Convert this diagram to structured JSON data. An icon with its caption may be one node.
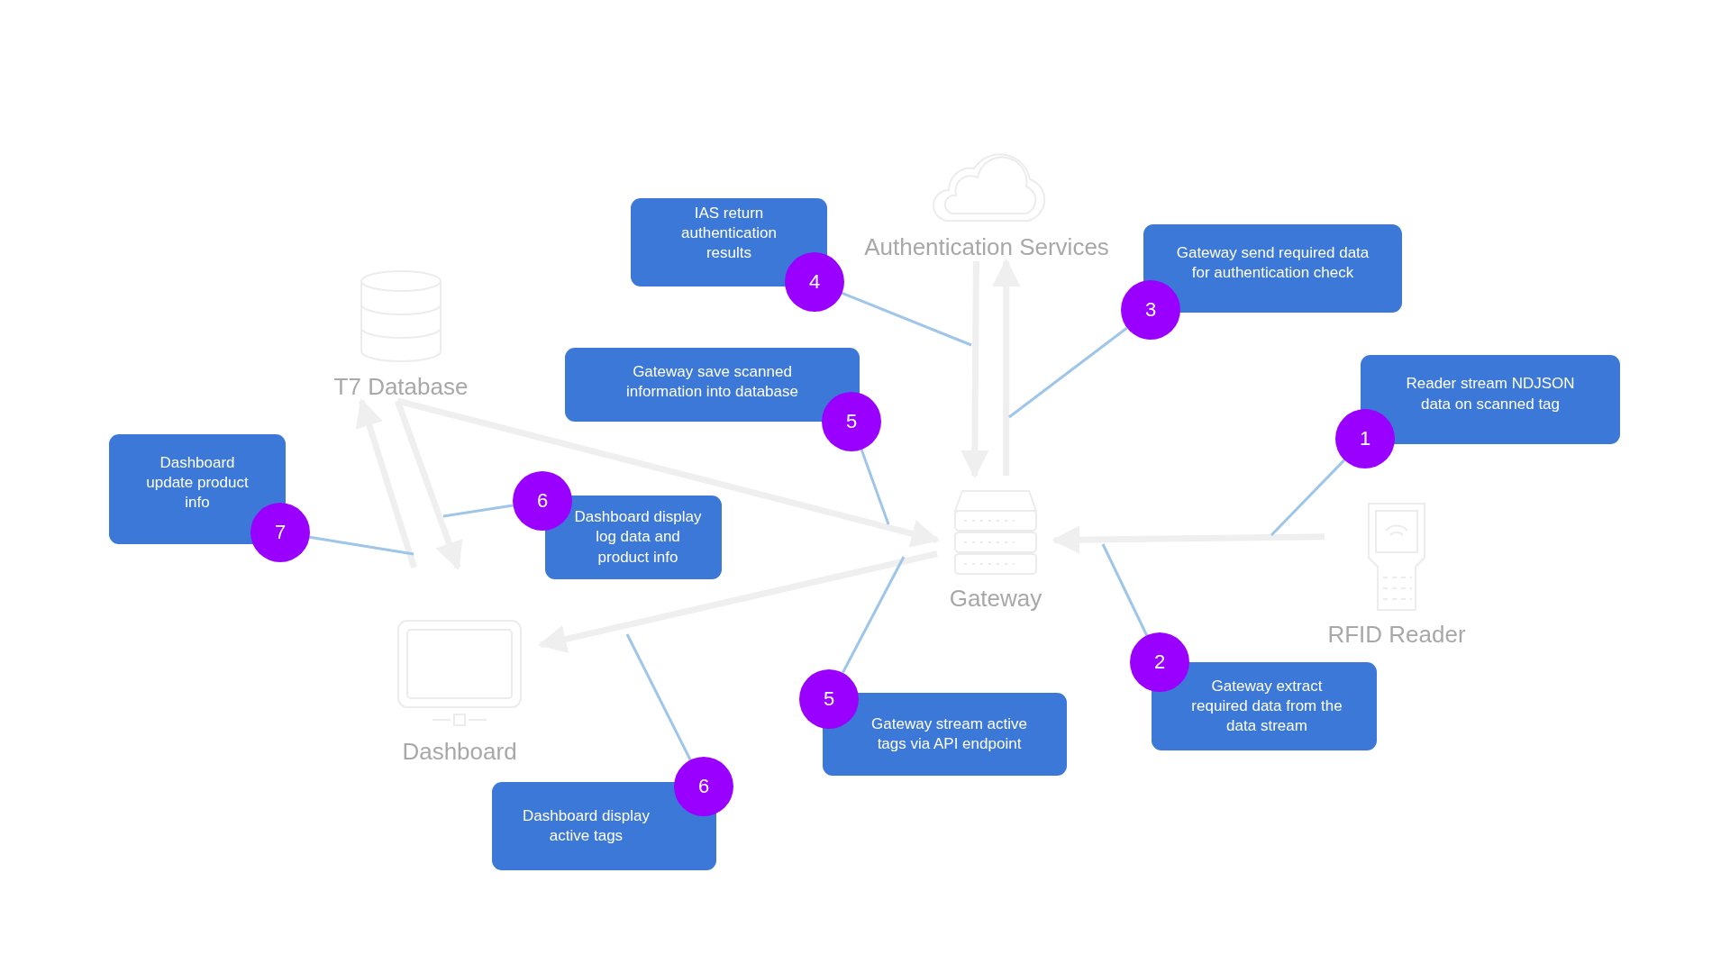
{
  "diagram": {
    "nodes": [
      {
        "text": [
          "Authentication Services"
        ]
      },
      {
        "text": [
          "IAS return authentication results"
        ]
      },
      {
        "text": [
          "4"
        ]
      },
      {
        "text": [
          "Gateway send required data for authentication check"
        ]
      },
      {
        "text": [
          "3"
        ]
      },
      {
        "text": [
          "T7 Database"
        ]
      },
      {
        "text": [
          "Gateway save scanned information into database"
        ]
      },
      {
        "text": [
          "5"
        ]
      },
      {
        "text": [
          "Reader stream NDJSON data on scanned tag"
        ]
      },
      {
        "text": [
          "1"
        ]
      },
      {
        "text": [
          "Dashboard update product info"
        ]
      },
      {
        "text": [
          "7"
        ]
      },
      {
        "text": [
          "Dashboard display log data and product info"
        ]
      },
      {
        "text": [
          "6"
        ]
      },
      {
        "text": [
          "Gateway"
        ]
      },
      {
        "text": [
          "RFID Reader"
        ]
      },
      {
        "text": [
          "Gateway extract required data from the data stream"
        ]
      },
      {
        "text": [
          "2"
        ]
      },
      {
        "text": [
          "Gateway stream active tags via API endpoint"
        ]
      },
      {
        "text": [
          "5"
        ]
      },
      {
        "text": [
          "Dashboard"
        ]
      },
      {
        "text": [
          "Dashboard display active tags"
        ]
      },
      {
        "text": [
          "6"
        ]
      }
    ],
    "edges": [
      {
        "from": 15,
        "to": 14,
        "arrow": "to",
        "style": "thick",
        "color": "#efefef"
      },
      {
        "from": 14,
        "to": 0,
        "arrow": "to",
        "style": "thick",
        "color": "#efefef"
      },
      {
        "from": 0,
        "to": 14,
        "arrow": "to",
        "style": "thick",
        "color": "#efefef"
      },
      {
        "from": 5,
        "to": 14,
        "arrow": "to",
        "style": "thick",
        "color": "#efefef"
      },
      {
        "from": 5,
        "to": 20,
        "arrow": "to",
        "style": "thick",
        "color": "#efefef"
      },
      {
        "from": 20,
        "to": 5,
        "arrow": "to",
        "style": "thick",
        "color": "#efefef"
      },
      {
        "from": 14,
        "to": 20,
        "arrow": "to",
        "style": "thick",
        "color": "#efefef"
      },
      {
        "from": 9,
        "to": null,
        "arrow": "none"
      },
      {
        "from": 17,
        "to": null,
        "arrow": "none"
      },
      {
        "from": 4,
        "to": null,
        "arrow": "none"
      },
      {
        "from": 2,
        "to": null,
        "arrow": "none"
      },
      {
        "from": 7,
        "to": null,
        "arrow": "none"
      },
      {
        "from": 13,
        "to": null,
        "arrow": "none"
      },
      {
        "from": 11,
        "to": null,
        "arrow": "none"
      },
      {
        "from": 19,
        "to": null,
        "arrow": "none"
      },
      {
        "from": 22,
        "to": null,
        "arrow": "none"
      }
    ]
  }
}
